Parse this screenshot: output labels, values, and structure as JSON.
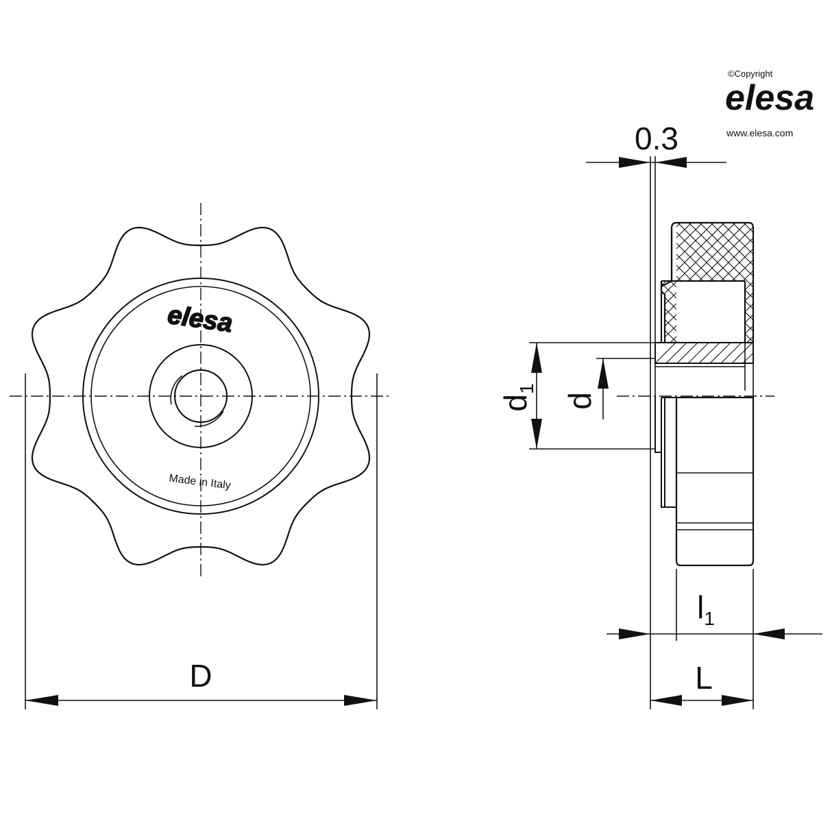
{
  "watermark": {
    "copyright": "©Copyright",
    "brand": "elesa",
    "website": "www.elesa.com"
  },
  "front_view": {
    "logo_text": "elesa",
    "marking": "Made in Italy"
  },
  "dimensions": {
    "diameter": "D",
    "length": "L",
    "hub_length": "l",
    "hub_length_sub": "1",
    "thread": "d",
    "hub_diameter": "d",
    "hub_diameter_sub": "1",
    "gap": "0.3"
  },
  "colors": {
    "body_fill": "#ececec",
    "line": "#111111",
    "watermark": "#9a9a9a"
  }
}
